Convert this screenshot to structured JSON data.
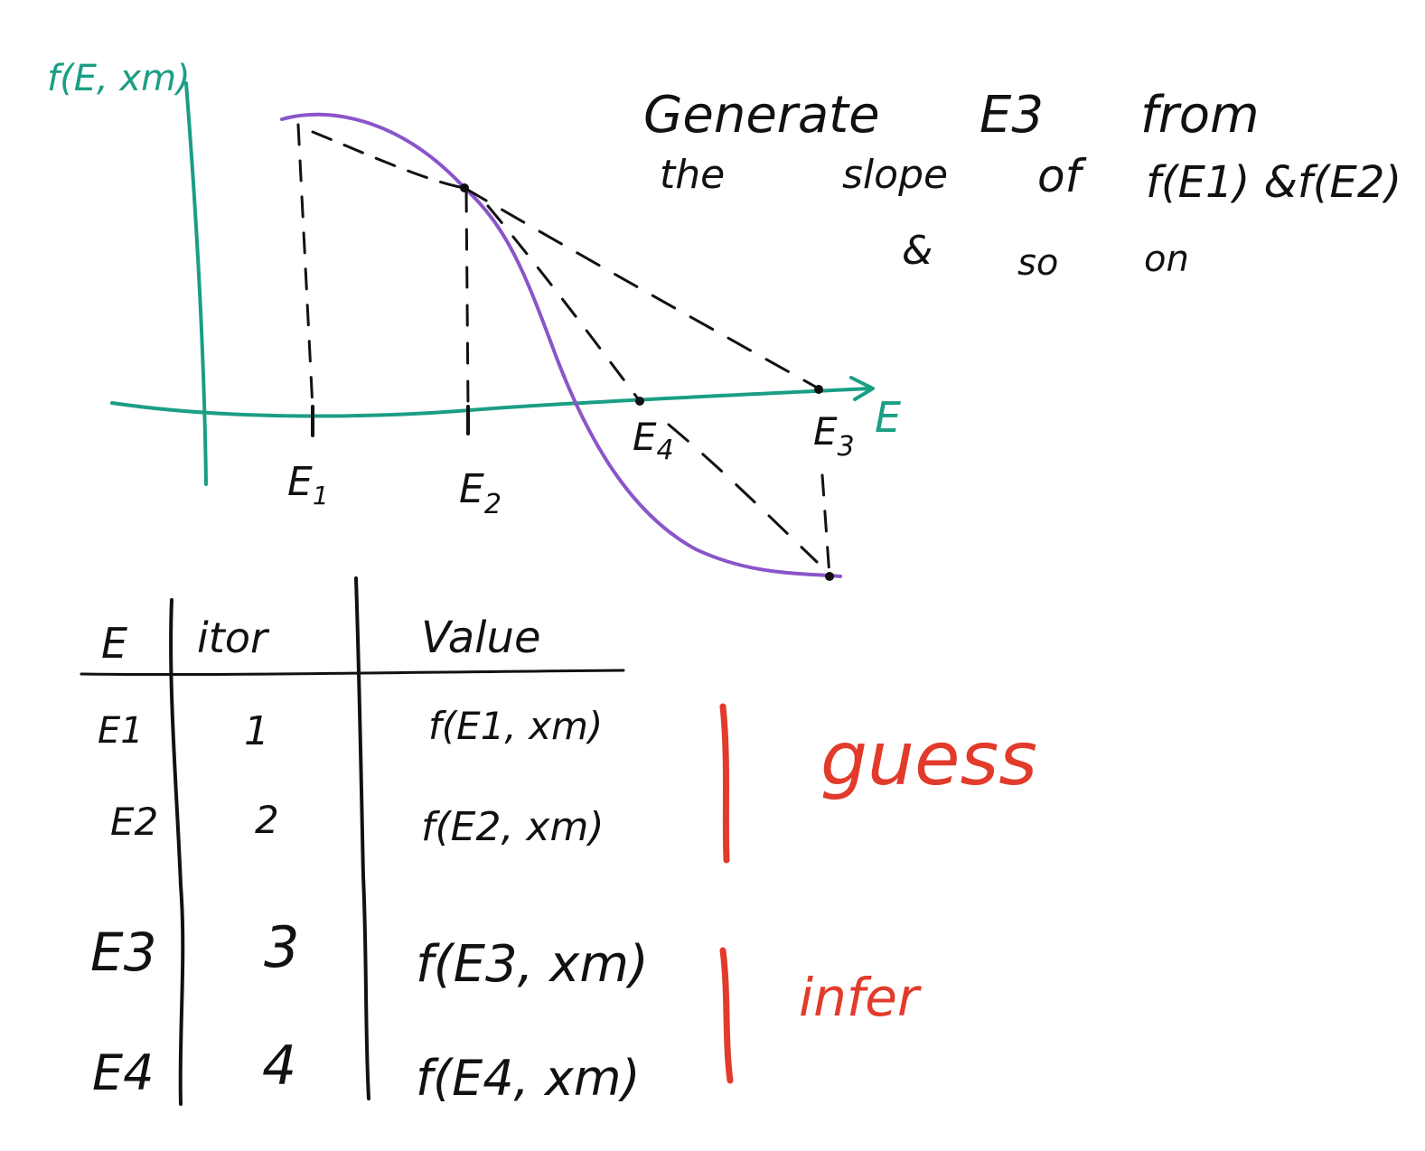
{
  "colors": {
    "axis": "#1a9e84",
    "curve": "#8a55c9",
    "ink": "#111111",
    "annotation": "#e23b2b"
  },
  "graph": {
    "y_axis_label": "f(E, xm)",
    "x_axis_label": "E",
    "points": [
      {
        "label_main": "E",
        "label_sub": "1"
      },
      {
        "label_main": "E",
        "label_sub": "2"
      },
      {
        "label_main": "E",
        "label_sub": "4"
      },
      {
        "label_main": "E",
        "label_sub": "3"
      }
    ]
  },
  "note": {
    "line1": [
      "Generate",
      "E3",
      "from"
    ],
    "line2": [
      "the",
      "slope",
      "of",
      "f(E1) &f(E2)"
    ],
    "line3": [
      "&",
      "so",
      "on"
    ]
  },
  "table": {
    "headers": [
      "E",
      "itor",
      "Value"
    ],
    "rows": [
      {
        "e": "E1",
        "itor": "1",
        "value": "f(E1, xm)"
      },
      {
        "e": "E2",
        "itor": "2",
        "value": "f(E2, xm)"
      },
      {
        "e": "E3",
        "itor": "3",
        "value": "f(E3, xm)"
      },
      {
        "e": "E4",
        "itor": "4",
        "value": "f(E4, xm)"
      }
    ]
  },
  "annotations": {
    "guess": "guess",
    "infer": "infer"
  }
}
